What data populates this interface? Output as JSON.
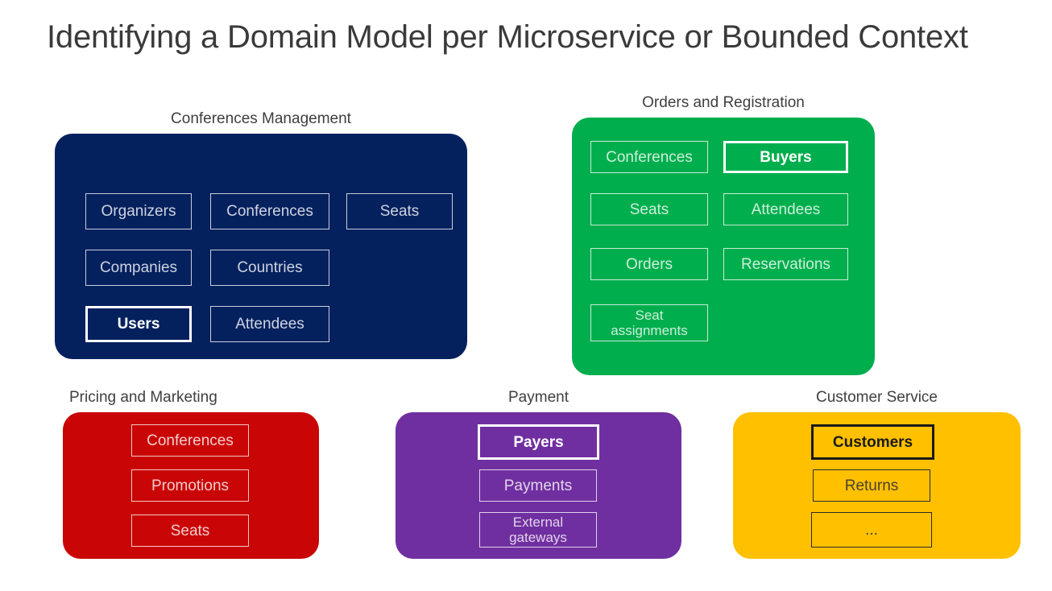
{
  "slide": {
    "title": "Identifying a Domain Model per Microservice or Bounded Context"
  },
  "colors": {
    "background": "#ffffff",
    "title_text": "#3a3a3a",
    "caption_text": "#3f3f3f",
    "conferences_management": "#04215E",
    "orders_and_registration": "#00AE4D",
    "pricing_and_marketing": "#C90505",
    "payment": "#702FA0",
    "customer_service": "#FFC000",
    "card_border_light": "#ffffff",
    "card_border_dark": "#1a1a1a"
  },
  "contexts": [
    {
      "id": "conferences-management",
      "caption": "Conferences Management",
      "caption_align": "center",
      "fill": "#04215E",
      "text_scheme": "light",
      "entities": [
        {
          "label": "Organizers",
          "highlight": false
        },
        {
          "label": "Conferences",
          "highlight": false
        },
        {
          "label": "Seats",
          "highlight": false
        },
        {
          "label": "Companies",
          "highlight": false
        },
        {
          "label": "Countries",
          "highlight": false
        },
        {
          "label": "Users",
          "highlight": true
        },
        {
          "label": "Attendees",
          "highlight": false
        }
      ]
    },
    {
      "id": "orders-and-registration",
      "caption": "Orders and Registration",
      "caption_align": "center",
      "fill": "#00AE4D",
      "text_scheme": "light",
      "entities": [
        {
          "label": "Conferences",
          "highlight": false
        },
        {
          "label": "Buyers",
          "highlight": true
        },
        {
          "label": "Seats",
          "highlight": false
        },
        {
          "label": "Attendees",
          "highlight": false
        },
        {
          "label": "Orders",
          "highlight": false
        },
        {
          "label": "Reservations",
          "highlight": false
        },
        {
          "label": "Seat\nassignments",
          "highlight": false
        }
      ]
    },
    {
      "id": "pricing-and-marketing",
      "caption": "Pricing and Marketing",
      "caption_align": "left",
      "fill": "#C90505",
      "text_scheme": "light",
      "entities": [
        {
          "label": "Conferences",
          "highlight": false
        },
        {
          "label": "Promotions",
          "highlight": false
        },
        {
          "label": "Seats",
          "highlight": false
        }
      ]
    },
    {
      "id": "payment",
      "caption": "Payment",
      "caption_align": "center",
      "fill": "#702FA0",
      "text_scheme": "light",
      "entities": [
        {
          "label": "Payers",
          "highlight": true
        },
        {
          "label": "Payments",
          "highlight": false
        },
        {
          "label": "External\ngateways",
          "highlight": false
        }
      ]
    },
    {
      "id": "customer-service",
      "caption": "Customer Service",
      "caption_align": "center",
      "fill": "#FFC000",
      "text_scheme": "dark",
      "entities": [
        {
          "label": "Customers",
          "highlight": true
        },
        {
          "label": "Returns",
          "highlight": false
        },
        {
          "label": "...",
          "highlight": false
        }
      ]
    }
  ]
}
